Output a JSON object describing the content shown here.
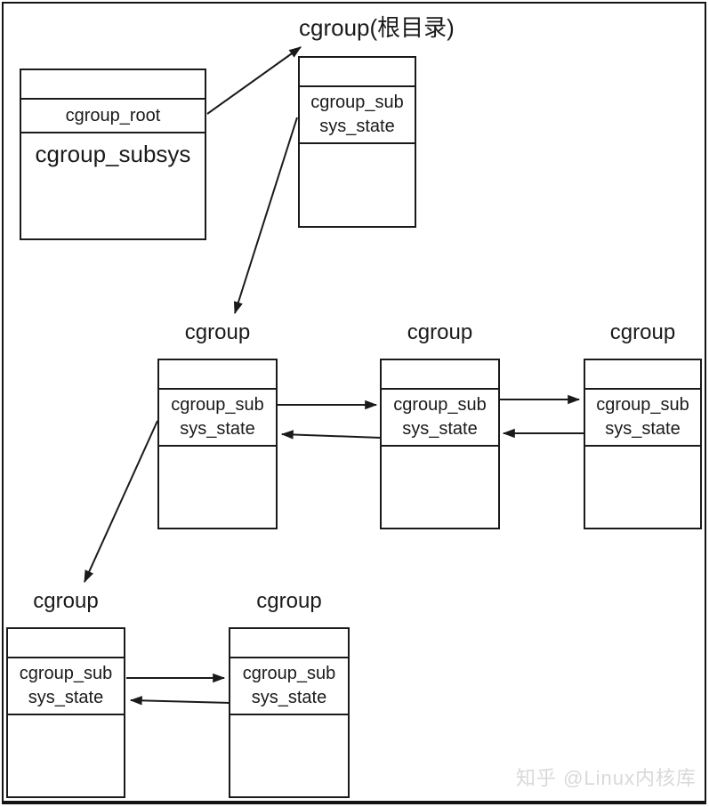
{
  "diagram": {
    "title": "cgroup(根目录)",
    "watermark": "知乎 @Linux内核库"
  },
  "subsys_struct": {
    "field1": "cgroup_root",
    "name": "cgroup_subsys"
  },
  "root_struct": {
    "field": "cgroup_sub sys_state"
  },
  "children": [
    {
      "label": "cgroup",
      "field": "cgroup_sub sys_state"
    },
    {
      "label": "cgroup",
      "field": "cgroup_sub sys_state"
    },
    {
      "label": "cgroup",
      "field": "cgroup_sub sys_state"
    },
    {
      "label": "cgroup",
      "field": "cgroup_sub sys_state"
    },
    {
      "label": "cgroup",
      "field": "cgroup_sub sys_state"
    }
  ],
  "colors": {
    "line": "#1a1a1a",
    "watermark": "#d9d9d9"
  }
}
